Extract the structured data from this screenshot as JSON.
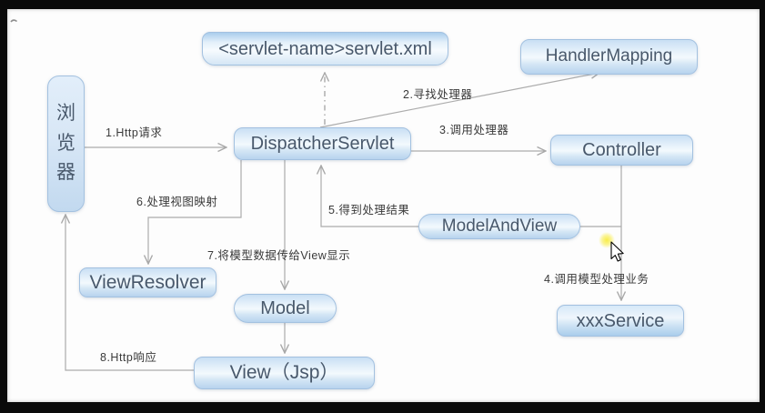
{
  "diagram": {
    "nodes": {
      "browser": {
        "label": "浏\n览\n器"
      },
      "servlet_xml": {
        "label": "<servlet-name>servlet.xml"
      },
      "handler_mapping": {
        "label": "HandlerMapping"
      },
      "dispatcher_servlet": {
        "label": "DispatcherServlet"
      },
      "controller": {
        "label": "Controller"
      },
      "model_and_view": {
        "label": "ModelAndView"
      },
      "view_resolver": {
        "label": "ViewResolver"
      },
      "model": {
        "label": "Model"
      },
      "view_jsp": {
        "label": "View（Jsp）"
      },
      "xxx_service": {
        "label": "xxxService"
      }
    },
    "edges": {
      "e1": {
        "label": "1.Http请求"
      },
      "e2": {
        "label": "2.寻找处理器"
      },
      "e3": {
        "label": "3.调用处理器"
      },
      "e4": {
        "label": "4.调用模型处理业务"
      },
      "e5": {
        "label": "5.得到处理结果"
      },
      "e6": {
        "label": "6.处理视图映射"
      },
      "e7": {
        "label": "7.将模型数据传给View显示"
      },
      "e8": {
        "label": "8.Http响应"
      }
    },
    "colors": {
      "node_fill_top": "#c9dff4",
      "node_fill_bottom": "#b7d3ee",
      "node_border": "#a3c1e0",
      "node_text": "#48586b",
      "connector": "#acacac",
      "label_text": "#3a3a3a",
      "canvas": "#fdfdfd",
      "frame": "#0a0a0a",
      "cursor_glow": "#f8ec3f"
    }
  }
}
